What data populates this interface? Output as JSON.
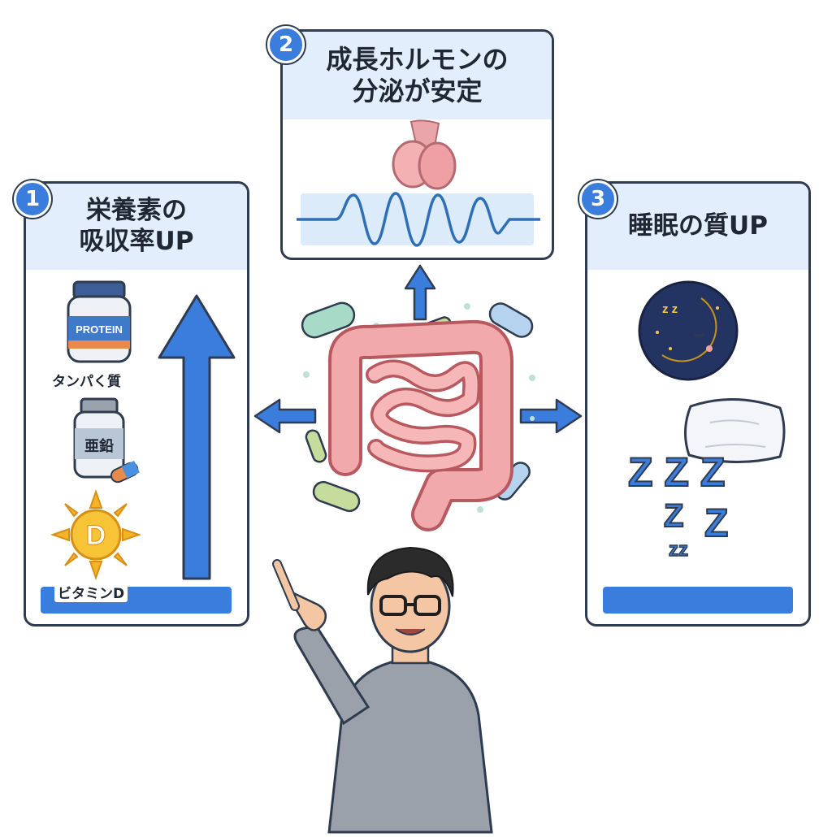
{
  "colors": {
    "accent": "#3b7ddd",
    "panel_header": "#e2eefb",
    "outline": "#2f3b4e"
  },
  "panels": [
    {
      "number": "1",
      "title_lines": [
        "栄養素の",
        "吸収率UP"
      ],
      "items": [
        {
          "icon": "protein-jar-icon",
          "label": "タンパく質",
          "text": "PROTEIN"
        },
        {
          "icon": "zinc-bottle-icon",
          "label": "",
          "text": "亜鉛"
        },
        {
          "icon": "vitamin-d-sun-icon",
          "label": "ビタミンD",
          "text": "D"
        }
      ]
    },
    {
      "number": "2",
      "title_lines": [
        "成長ホルモンの",
        "分泌が安定"
      ],
      "items": [
        {
          "icon": "pituitary-gland-icon"
        },
        {
          "icon": "hormone-wave-icon"
        }
      ]
    },
    {
      "number": "3",
      "title_lines": [
        "睡眠の質UP"
      ],
      "items": [
        {
          "icon": "sleeping-moon-icon",
          "text": "z z"
        },
        {
          "icon": "pillow-icon"
        },
        {
          "icon": "zzz-icon",
          "text": "Z Z Z"
        }
      ]
    }
  ],
  "center": {
    "icon": "intestine-icon"
  },
  "presenter": {
    "icon": "presenter-man-icon"
  }
}
